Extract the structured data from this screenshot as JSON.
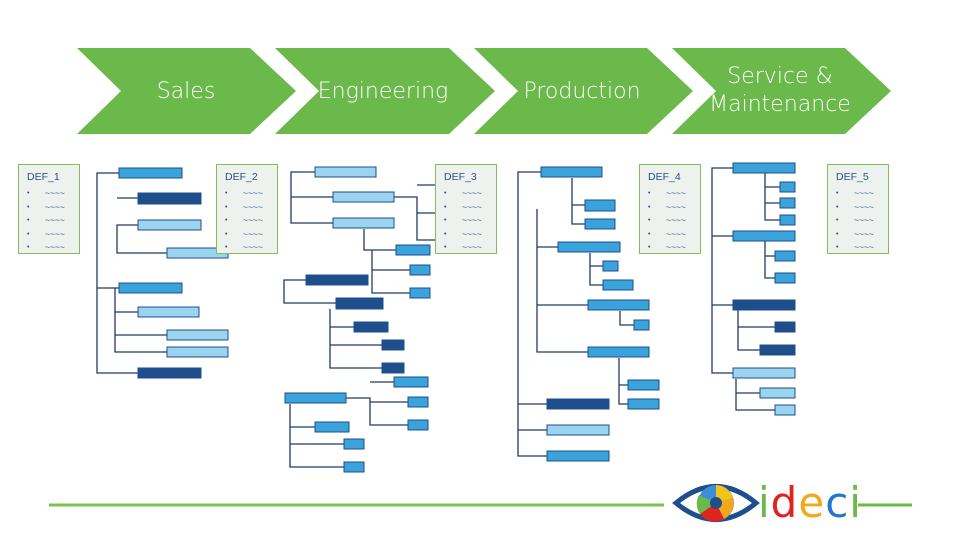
{
  "phases": [
    {
      "label": "Sales"
    },
    {
      "label": "Engineering"
    },
    {
      "label": "Production"
    },
    {
      "label": "Service &\nMaintenance"
    }
  ],
  "definition_cards": [
    {
      "title": "DEF_1",
      "items": [
        "~~~~",
        "~~~~",
        "~~~~",
        "~~~~",
        "~~~~"
      ]
    },
    {
      "title": "DEF_2",
      "items": [
        "~~~~",
        "~~~~",
        "~~~~",
        "~~~~",
        "~~~~"
      ]
    },
    {
      "title": "DEF_3",
      "items": [
        "~~~~",
        "~~~~",
        "~~~~",
        "~~~~",
        "~~~~"
      ]
    },
    {
      "title": "DEF_4",
      "items": [
        "~~~~",
        "~~~~",
        "~~~~",
        "~~~~",
        "~~~~"
      ]
    },
    {
      "title": "DEF_5",
      "items": [
        "~~~~",
        "~~~~",
        "~~~~",
        "~~~~",
        "~~~~"
      ]
    }
  ],
  "logo": {
    "letters": [
      "i",
      "d",
      "e",
      "c",
      "i"
    ]
  },
  "colors": {
    "chevron_green": "#6bb94a",
    "rule_green": "#7cc04f",
    "node_dark": "#1f4e8c",
    "node_mid": "#3aa3dc",
    "node_light": "#9ad4ef",
    "connector": "#1f3b66",
    "logo_i1": "#6bb94a",
    "logo_d": "#e0231b",
    "logo_e": "#f2a81d",
    "logo_c": "#1f78c8",
    "logo_i2": "#6bb94a"
  }
}
